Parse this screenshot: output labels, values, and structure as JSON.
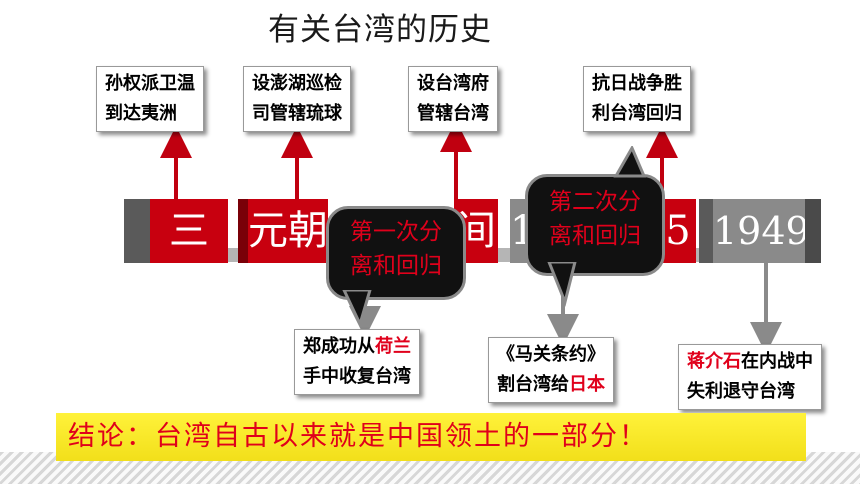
{
  "title": "有关台湾的历史",
  "events_top": [
    {
      "line1": "孙权派卫温",
      "line2": "到达夷洲"
    },
    {
      "line1": "设澎湖巡检",
      "line2": "司管辖琉球"
    },
    {
      "line1": "设台湾府",
      "line2": "管辖台湾"
    },
    {
      "line1": "抗日战争胜",
      "line2": "利台湾回归"
    }
  ],
  "periods": [
    "三国",
    "元朝",
    "间",
    "1",
    "5",
    "1949"
  ],
  "bubbles": [
    {
      "line1": "第一次分",
      "line2": "离和回归"
    },
    {
      "line1": "第二次分",
      "line2": "离和回归"
    }
  ],
  "events_bottom": [
    {
      "line1_pre": "郑成功从",
      "line1_red": "荷兰",
      "line2": "手中收复台湾"
    },
    {
      "line1": "《马关条约》",
      "line2_pre": "割台湾给",
      "line2_red": "日本"
    },
    {
      "line1_red": "蒋介石",
      "line1_post": "在内战中",
      "line2": "失利退守台湾"
    }
  ],
  "conclusion": "结论：台湾自古以来就是中国领土的一部分！",
  "colors": {
    "red_block": "#c8000f",
    "gray_block": "#8a8a8a",
    "bubble_text": "#e0001b",
    "conclusion_bg": "#fff23a"
  }
}
